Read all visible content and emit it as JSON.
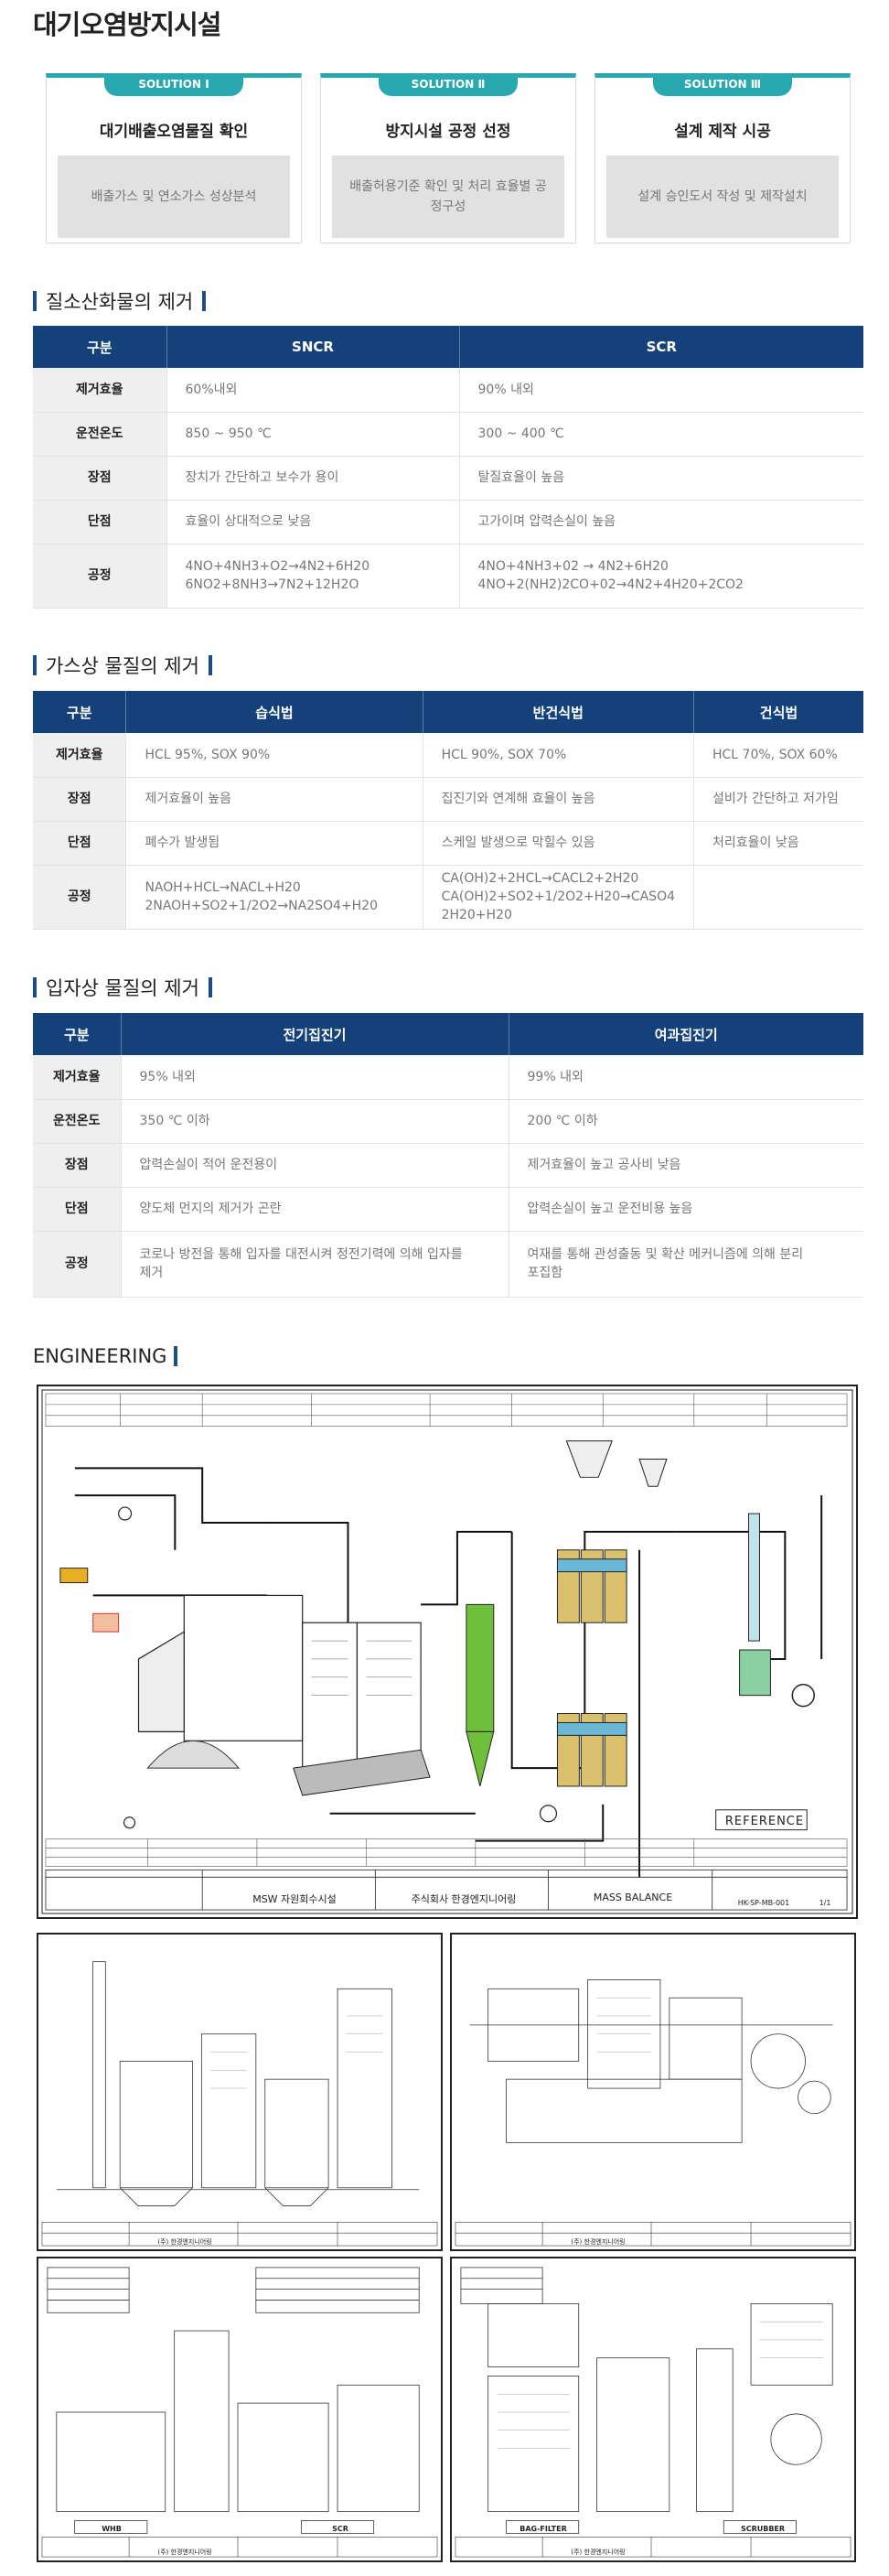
{
  "page": {
    "title": "대기오염방지시설"
  },
  "solutions": [
    {
      "badge": "SOLUTION Ⅰ",
      "title": "대기배출오염물질 확인",
      "desc": "배출가스 및 연소가스 성상분석"
    },
    {
      "badge": "SOLUTION Ⅱ",
      "title": "방지시설 공정 선정",
      "desc": "배출허용기준 확인 및 처리 효율별 공정구성"
    },
    {
      "badge": "SOLUTION Ⅲ",
      "title": "설계 제작 시공",
      "desc": "설계 승인도서 작성 및 제작설치"
    }
  ],
  "nox": {
    "heading": "질소산화물의 제거",
    "headers": [
      "구분",
      "SNCR",
      "SCR"
    ],
    "rows": [
      {
        "label": "제거효율",
        "c1": "60%내외",
        "c2": "90% 내외"
      },
      {
        "label": "운전온도",
        "c1": "850 ~ 950 ℃",
        "c2": "300 ~ 400 ℃"
      },
      {
        "label": "장점",
        "c1": "장치가 간단하고 보수가 용이",
        "c2": "탈질효율이 높음"
      },
      {
        "label": "단점",
        "c1": "효율이 상대적으로 낮음",
        "c2": "고가이며 압력손실이 높음"
      },
      {
        "label": "공정",
        "c1a": "4NO+4NH3+O2→4N2+6H20",
        "c1b": "6NO2+8NH3→7N2+12H2O",
        "c2a": "4NO+4NH3+02 → 4N2+6H20",
        "c2b": "4NO+2(NH2)2CO+02→4N2+4H20+2CO2"
      }
    ]
  },
  "gas": {
    "heading": "가스상 물질의 제거",
    "headers": [
      "구분",
      "습식법",
      "반건식법",
      "건식법"
    ],
    "rows": [
      {
        "label": "제거효율",
        "c1": "HCL 95%, SOX 90%",
        "c2": "HCL 90%, SOX 70%",
        "c3": "HCL 70%, SOX 60%"
      },
      {
        "label": "장점",
        "c1": "제거효율이 높음",
        "c2": "집진기와 연계해 효율이 높음",
        "c3": "설비가 간단하고 저가임"
      },
      {
        "label": "단점",
        "c1": "폐수가 발생됨",
        "c2": "스케일 발생으로 막힐수 있음",
        "c3": "처리효율이 낮음"
      },
      {
        "label": "공정",
        "c1a": "NAOH+HCL→NACL+H20",
        "c1b": "2NAOH+SO2+1/2O2→NA2SO4+H20",
        "c2a": "CA(OH)2+2HCL→CACL2+2H20",
        "c2b": "CA(OH)2+SO2+1/2O2+H20→CASO4 2H20+H20",
        "c3": ""
      }
    ]
  },
  "particle": {
    "heading": "입자상 물질의 제거",
    "headers": [
      "구분",
      "전기집진기",
      "여과집진기"
    ],
    "rows": [
      {
        "label": "제거효율",
        "c1": "95% 내외",
        "c2": "99% 내외"
      },
      {
        "label": "운전온도",
        "c1": "350 ℃ 이하",
        "c2": "200 ℃ 이하"
      },
      {
        "label": "장점",
        "c1": "압력손실이 적어 운전용이",
        "c2": "제거효율이 높고 공사비 낮음"
      },
      {
        "label": "단점",
        "c1": "양도체 먼지의 제거가 곤란",
        "c2": "압력손실이 높고 운전비용 높음"
      },
      {
        "label": "공정",
        "c1a": "코로나 방전을 통해 입자를 대전시켜 정전기력에 의해 입자를",
        "c1b": "제거",
        "c2a": "여재를 통해 관성출동 및 확산 메커니즘에 의해 분리",
        "c2b": "포집함"
      }
    ]
  },
  "engineering": {
    "heading": "ENGINEERING",
    "main_drawing": {
      "reference": "REFERENCE",
      "project": "MSW 자원회수시설",
      "owner": "주식회사 한경엔지니어링",
      "sheet_title": "MASS BALANCE",
      "drawing_no": "HK-SP-MB-001",
      "scale": "1/1"
    },
    "sub_drawings": [
      {
        "company": "(주) 한경엔지니어링",
        "labels": []
      },
      {
        "company": "(주) 한경엔지니어링",
        "labels": []
      },
      {
        "company": "(주) 한경엔지니어링",
        "labels": [
          "WHB",
          "SCR"
        ]
      },
      {
        "company": "(주) 한경엔지니어링",
        "labels": [
          "BAG-FILTER",
          "SCRUBBER"
        ]
      }
    ]
  },
  "colors": {
    "accent": "#2aa8b0",
    "table_header": "#15417b",
    "heading_bar": "#1f4c88"
  }
}
